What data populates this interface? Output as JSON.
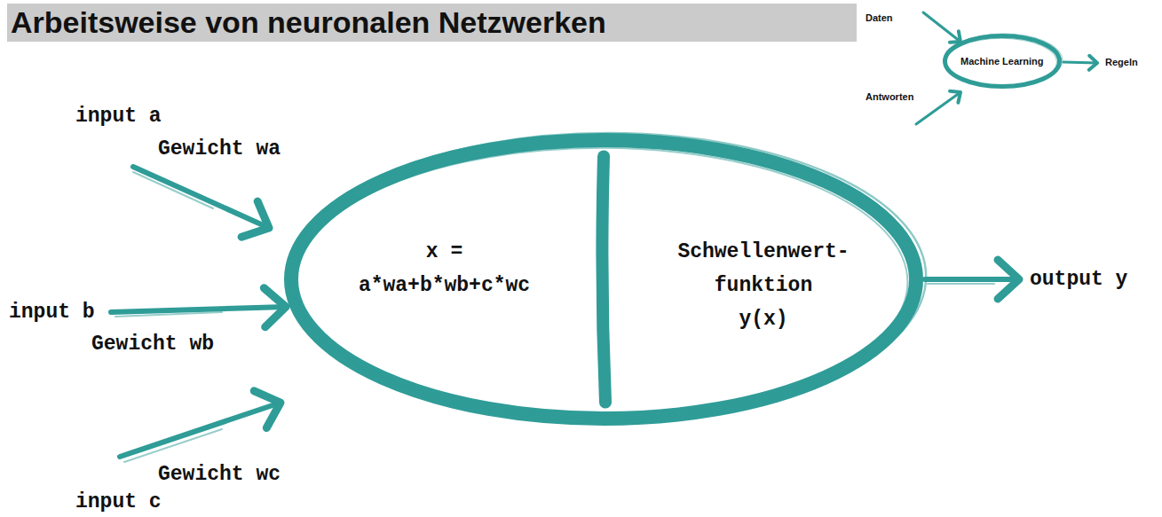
{
  "diagram": {
    "title": "Arbeitsweise von neuronalen Netzwerken",
    "nodes": [
      {
        "text": [
          "Machine Learning"
        ]
      },
      {
        "text": [
          "x = a*wa+b*wb+c*wc",
          "Schwellenwert- funktion y(x)"
        ]
      }
    ],
    "labels": [
      "Daten",
      "Antworten",
      "Regeln",
      "input a",
      "Gewicht wa",
      "input b",
      "Gewicht wb",
      "Gewicht wc",
      "input c",
      "output y"
    ]
  }
}
